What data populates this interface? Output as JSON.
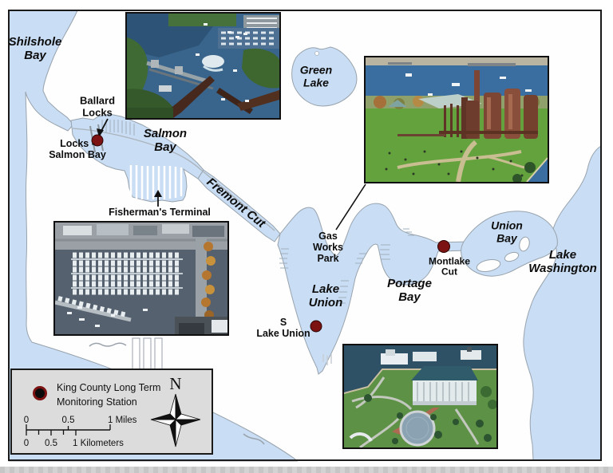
{
  "colors": {
    "water": "#c9ddf4",
    "land": "#fefefe",
    "shore": "#98a3ad",
    "station": "#7d1212",
    "legend_bg": "#dcdcdc",
    "frame": "#1a1a1a"
  },
  "labels": {
    "shilshole_bay": "Shilshole\nBay",
    "ballard_locks": "Ballard\nLocks",
    "locks_salmon_bay": "Locks -\nSalmon Bay",
    "salmon_bay": "Salmon\nBay",
    "fremont_cut": "Fremont Cut",
    "fishermans_terminal": "Fisherman's Terminal",
    "green_lake": "Green\nLake",
    "gas_works_park": "Gas\nWorks\nPark",
    "lake_union": "Lake\nUnion",
    "s_lake_union": "S\nLake Union",
    "portage_bay": "Portage\nBay",
    "montlake_cut": "Montlake\nCut",
    "union_bay": "Union\nBay",
    "lake_washington": "Lake\nWashington"
  },
  "legend": {
    "station_label": "King County Long Term\nMonitoring Station",
    "miles_scale": {
      "start": "0",
      "mid": "0.5",
      "end": "1 Miles"
    },
    "km_scale": {
      "start": "0",
      "mid": "0.5",
      "end": "1 Kilometers"
    },
    "north": "N"
  }
}
